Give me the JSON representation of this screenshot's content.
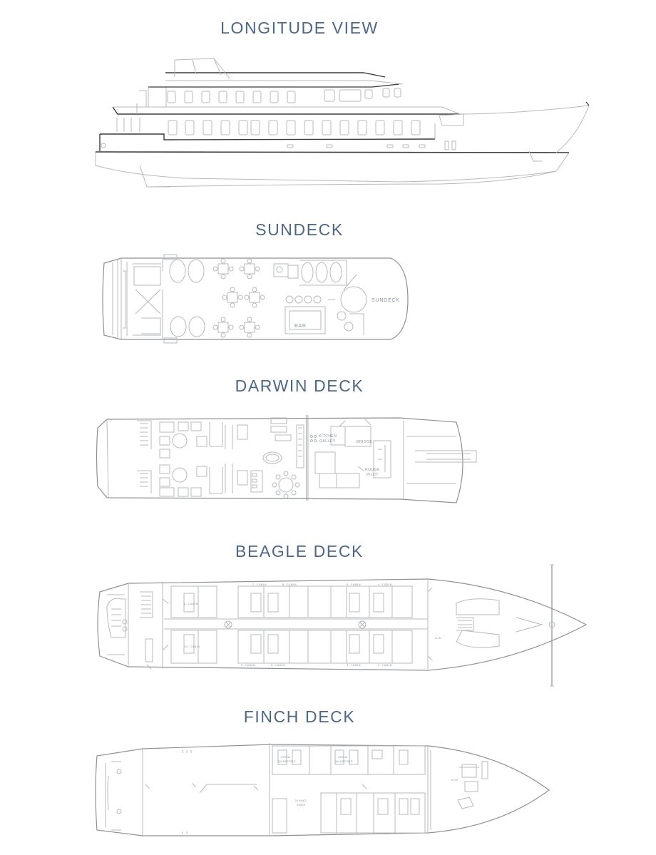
{
  "sections": {
    "longitude": {
      "title": "LONGITUDE VIEW"
    },
    "sundeck": {
      "title": "SUNDECK",
      "labels": {
        "area": "SUNDECK",
        "bar": "BAR"
      }
    },
    "darwin": {
      "title": "DARWIN DECK",
      "labels": {
        "galley_1": "KITCHEN",
        "galley_2": "GALLEY",
        "bridge": "BRIDGE",
        "pilot_1": "ROUGE",
        "pilot_2": "PILOT"
      }
    },
    "beagle": {
      "title": "BEAGLE DECK",
      "labels": {
        "cabin_top_1": "7. CABIN",
        "cabin_top_2": "6. CABIN",
        "cabin_top_3": "5. CABIN",
        "cabin_top_4": "4. CABIN",
        "cabin_left_top": "8. CABIN",
        "cabin_left_bottom": "10. CABIN",
        "cabin_bot_1": "9. CABIN",
        "cabin_bot_2": "8. CABIN",
        "cabin_bot_3": "3. CABIN",
        "cabin_bot_4": "2. CABIN",
        "bow_label": "A.W."
      }
    },
    "finch": {
      "title": "FINCH DECK",
      "labels": {
        "crew_1a": "CREW",
        "crew_1b": "QUARTERS",
        "crew_2a": "CREW",
        "crew_2b": "QUARTERS",
        "dining_a": "DINING",
        "dining_b": "AREA",
        "gym": "GYM"
      }
    }
  },
  "colors": {
    "title": "#4e6784",
    "line_dark": "#3a3a3a",
    "line_light": "#b5b9bd"
  }
}
